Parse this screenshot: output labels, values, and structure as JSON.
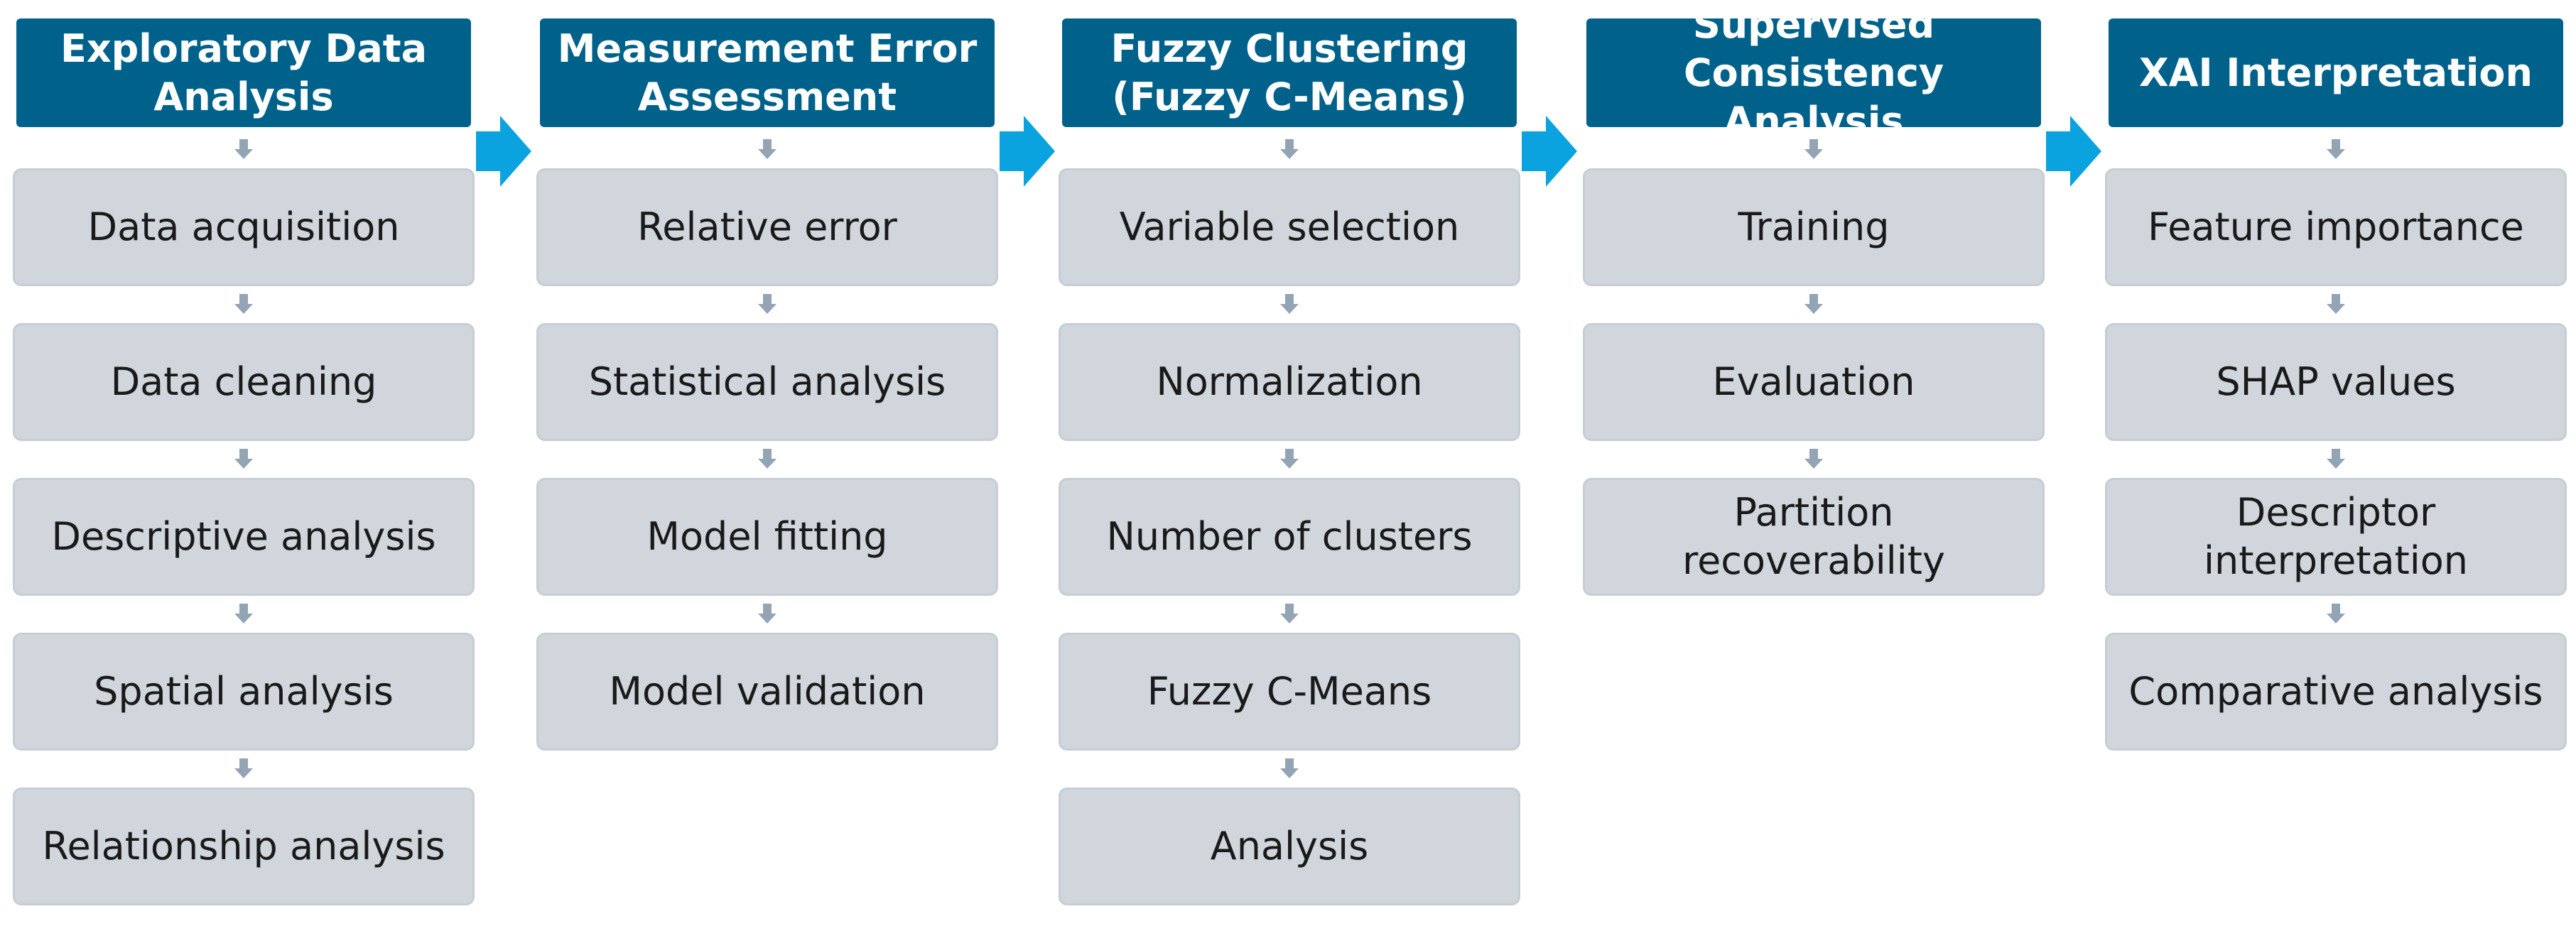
{
  "colors": {
    "header_bg": "#00628a",
    "header_text": "#ffffff",
    "step_bg": "#d0d6dc",
    "step_text": "#1a1a1a",
    "connector_arrow": "#93a4b4",
    "stage_arrow": "#0aa3e0"
  },
  "stages": [
    {
      "title": "Exploratory Data Analysis",
      "steps": [
        "Data acquisition",
        "Data cleaning",
        "Descriptive analysis",
        "Spatial analysis",
        "Relationship analysis"
      ]
    },
    {
      "title": "Measurement Error Assessment",
      "steps": [
        "Relative error",
        "Statistical analysis",
        "Model fitting",
        "Model validation"
      ]
    },
    {
      "title": "Fuzzy Clustering (Fuzzy C-Means)",
      "steps": [
        "Variable selection",
        "Normalization",
        "Number of clusters",
        "Fuzzy C-Means",
        "Analysis"
      ]
    },
    {
      "title": "Supervised Consistency Analysis",
      "steps": [
        "Training",
        "Evaluation",
        "Partition recoverability"
      ]
    },
    {
      "title": "XAI Interpretation",
      "steps": [
        "Feature importance",
        "SHAP values",
        "Descriptor interpretation",
        "Comparative analysis"
      ]
    }
  ]
}
